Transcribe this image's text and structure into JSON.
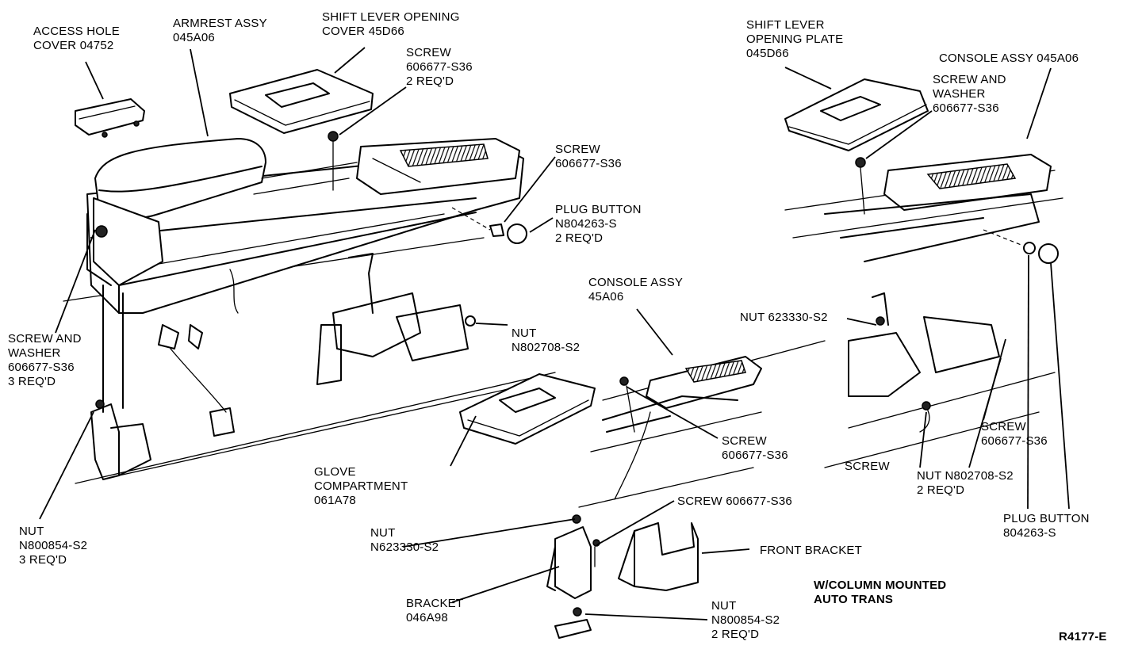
{
  "labels": {
    "access_hole_cover": [
      "ACCESS HOLE",
      "COVER 04752"
    ],
    "armrest_assy": [
      "ARMREST ASSY",
      "045A06"
    ],
    "shift_lever_opening_cover": [
      "SHIFT LEVER OPENING",
      "COVER 45D66"
    ],
    "screw_2req_left": [
      "SCREW",
      "606677-S36",
      "2 REQ'D"
    ],
    "screw_left_plug": [
      "SCREW",
      "606677-S36"
    ],
    "plug_button_left": [
      "PLUG BUTTON",
      "N804263-S",
      "2 REQ'D"
    ],
    "nut_left_mid": [
      "NUT",
      "N802708-S2"
    ],
    "screw_and_washer_left": [
      "SCREW AND",
      "WASHER",
      "606677-S36",
      "3 REQ'D"
    ],
    "nut_left_bottom": [
      "NUT",
      "N800854-S2",
      "3 REQ'D"
    ],
    "shift_lever_opening_plate": [
      "SHIFT LEVER",
      "OPENING PLATE",
      "045D66"
    ],
    "console_assy_right": [
      "CONSOLE ASSY 045A06"
    ],
    "screw_and_washer_right": [
      "SCREW AND",
      "WASHER",
      "606677-S36"
    ],
    "console_assy_center": [
      "CONSOLE ASSY",
      "45A06"
    ],
    "nut_right_top": [
      "NUT 623330-S2"
    ],
    "screw_right": [
      "SCREW",
      "606677-S36"
    ],
    "screw_right_bottom": [
      "SCREW"
    ],
    "nut_right_bottom": [
      "NUT N802708-S2",
      "2 REQ'D"
    ],
    "plug_button_right": [
      "PLUG BUTTON",
      "804263-S"
    ],
    "glove_compartment": [
      "GLOVE",
      "COMPARTMENT",
      "061A78"
    ],
    "screw_center": [
      "SCREW",
      "606677-S36"
    ],
    "screw_center_bracket": [
      "SCREW 606677-S36"
    ],
    "nut_center": [
      "NUT",
      "N623330-S2"
    ],
    "front_bracket": [
      "FRONT BRACKET"
    ],
    "bracket": [
      "BRACKET",
      "046A98"
    ],
    "nut_center_bottom": [
      "NUT",
      "N800854-S2",
      "2 REQ'D"
    ],
    "column_mounted_note": [
      "W/COLUMN MOUNTED",
      "AUTO TRANS"
    ],
    "figure_id": [
      "R4177-E"
    ]
  }
}
